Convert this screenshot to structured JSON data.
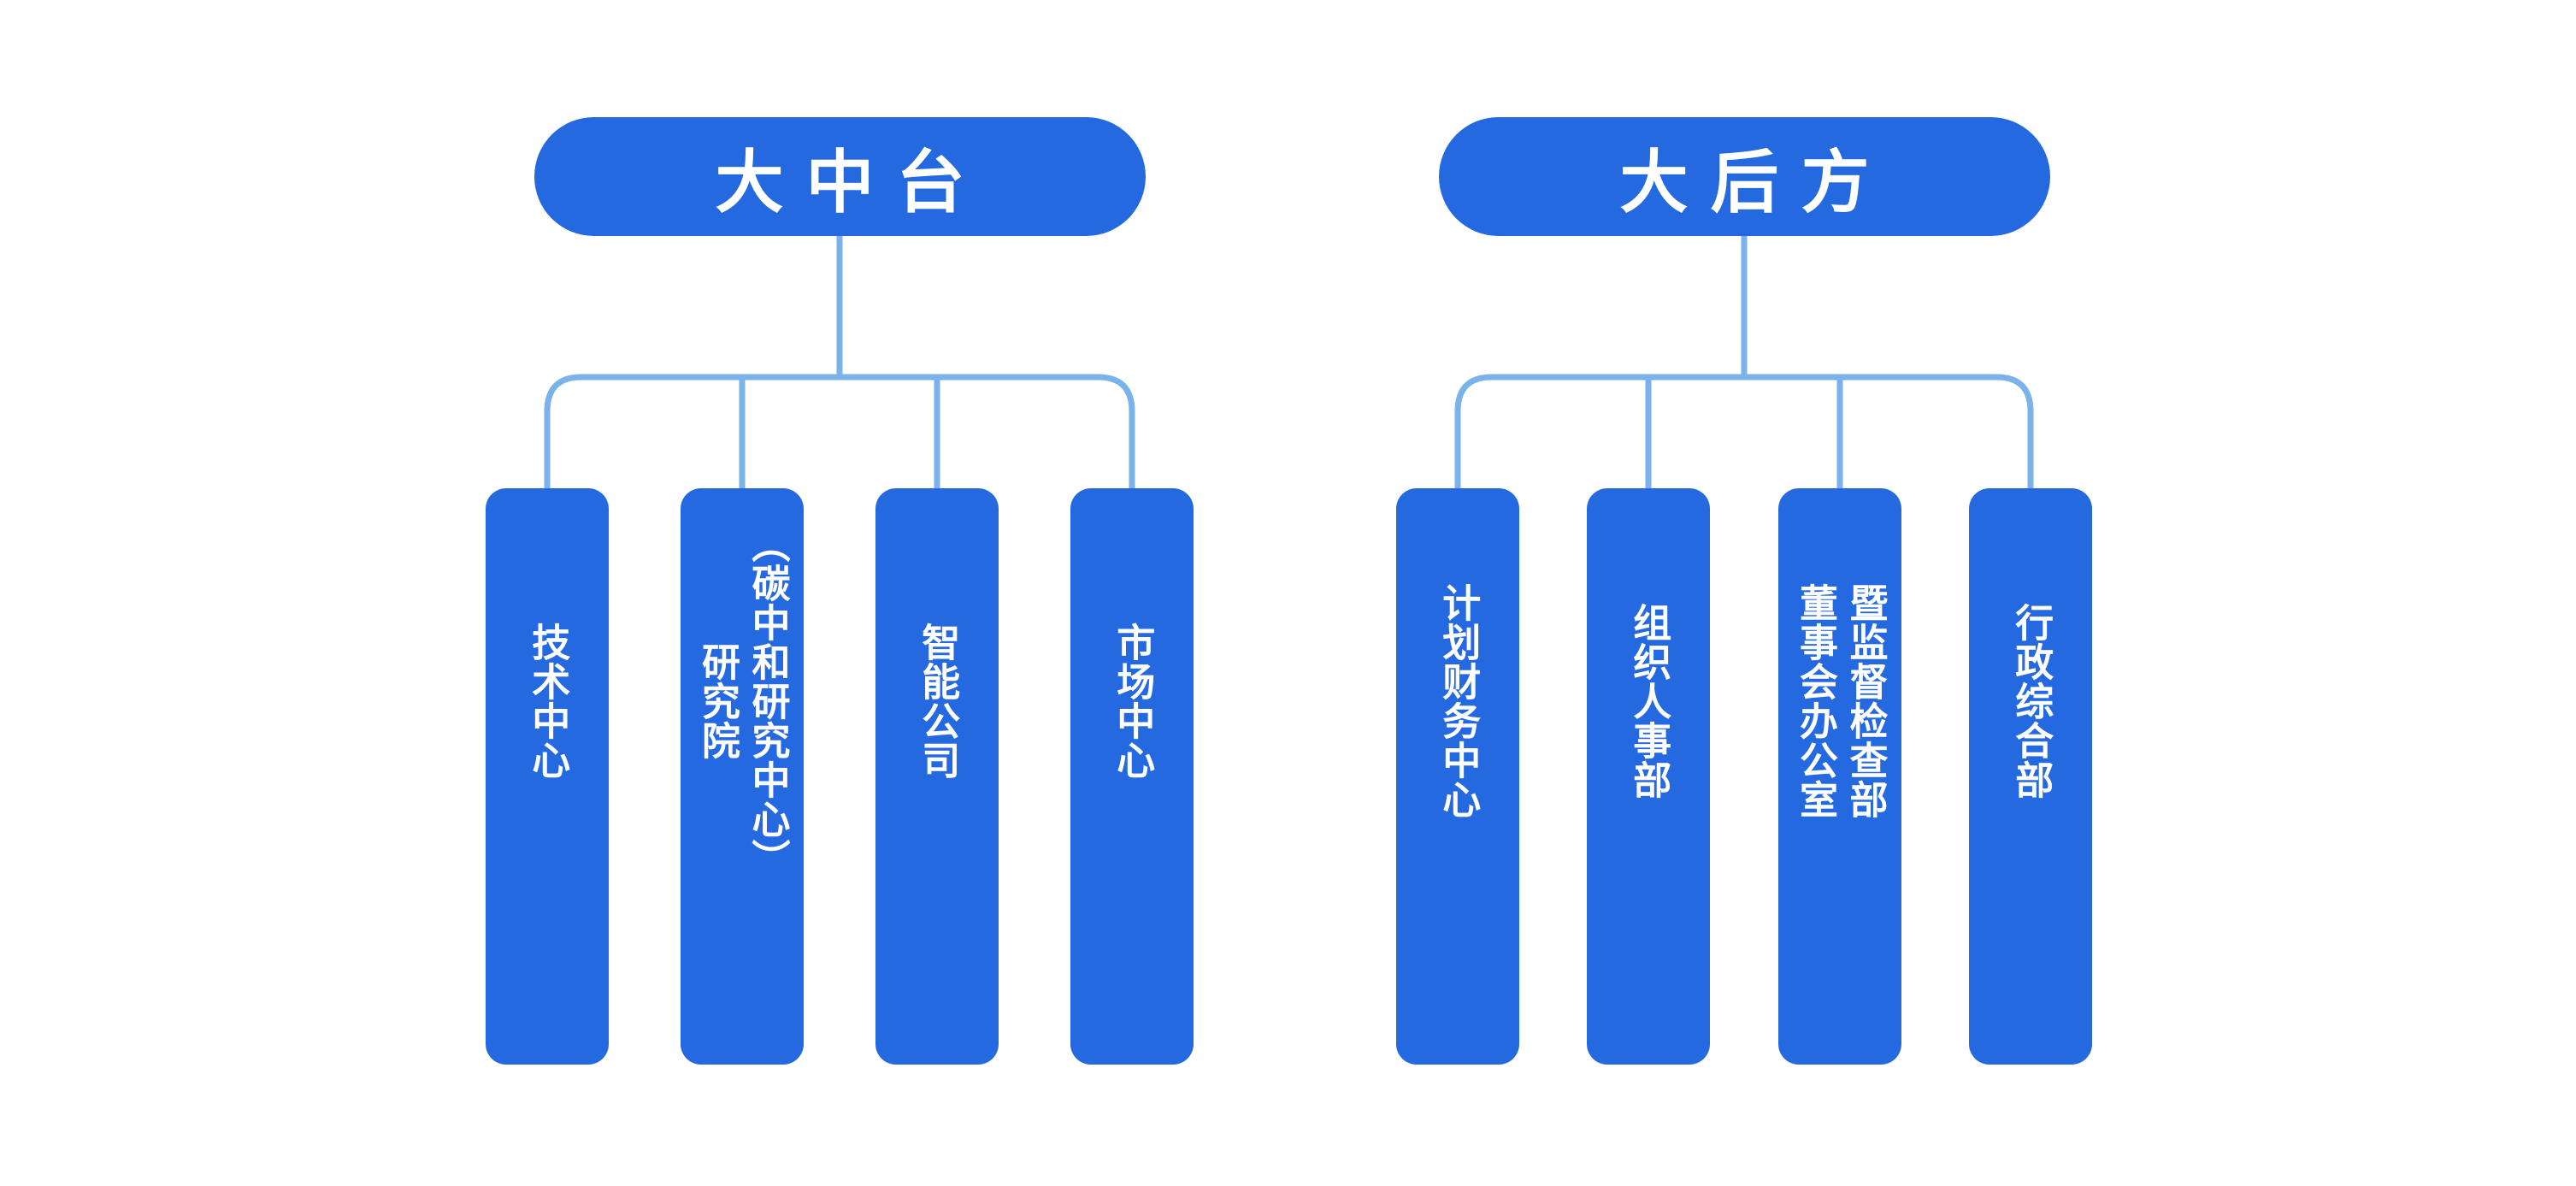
{
  "colors": {
    "node_fill": "#2569E0",
    "node_text": "#ffffff",
    "connector": "#7AB2EA",
    "background": "#ffffff"
  },
  "groups": [
    {
      "id": "da-zhong-tai",
      "root": {
        "label": "大中台"
      },
      "children": [
        {
          "label": "技术中心"
        },
        {
          "label": "研究院\n（碳中和研究中心）"
        },
        {
          "label": "智能公司"
        },
        {
          "label": "市场中心"
        }
      ]
    },
    {
      "id": "da-hou-fang",
      "root": {
        "label": "大后方"
      },
      "children": [
        {
          "label": "计划财务中心"
        },
        {
          "label": "组织人事部"
        },
        {
          "label": "董事会办公室\n暨监督检查部"
        },
        {
          "label": "行政综合部"
        }
      ]
    }
  ]
}
